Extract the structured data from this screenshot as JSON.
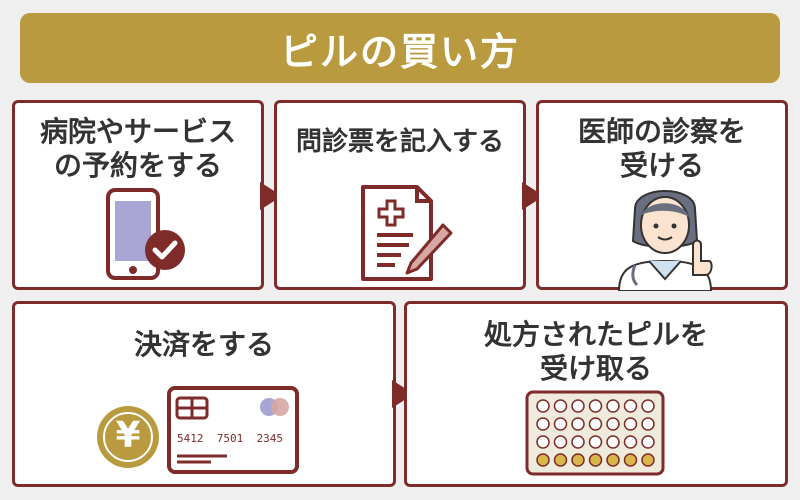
{
  "title": "ピルの買い方",
  "steps": [
    {
      "label": "病院やサービス\nの予約をする",
      "icon": "smartphone-check-icon"
    },
    {
      "label": "問診票を記入する",
      "icon": "medical-form-pen-icon"
    },
    {
      "label": "医師の診察を\n受ける",
      "icon": "doctor-icon"
    },
    {
      "label": "決済をする",
      "icon": "yen-coin-credit-card-icon"
    },
    {
      "label": "処方されたピルを\n受け取る",
      "icon": "pill-pack-icon"
    }
  ],
  "card_number": "5412  7501  2345",
  "currency_symbol": "¥",
  "colors": {
    "title_bg": "#b99a3f",
    "accent": "#7e2b2a",
    "background": "#efefef"
  }
}
